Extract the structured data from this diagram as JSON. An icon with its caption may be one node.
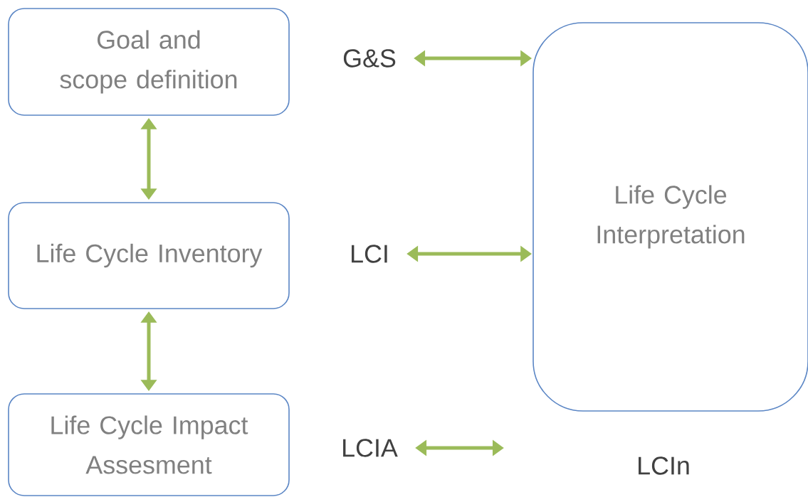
{
  "diagram": {
    "nodes": [
      {
        "text": [
          "Goal and scope definition"
        ]
      },
      {
        "text": [
          "Life Cycle Inventory"
        ]
      },
      {
        "text": [
          "Life Cycle Impact Assesment"
        ]
      },
      {
        "text": [
          "Life Cycle Interpretation"
        ],
        "beside": [
          "LCIn"
        ]
      },
      {
        "text": [
          "G&S"
        ]
      },
      {
        "text": [
          "LCI"
        ]
      },
      {
        "text": [
          "LCIA"
        ]
      }
    ],
    "edges": [
      {
        "from": 0,
        "to": 1,
        "arrow": "both"
      },
      {
        "from": 1,
        "to": 2,
        "arrow": "both"
      },
      {
        "from": 4,
        "to": 3,
        "arrow": "both"
      },
      {
        "from": 5,
        "to": 3,
        "arrow": "both"
      },
      {
        "from": 6,
        "to": null,
        "arrow": "both"
      }
    ]
  }
}
